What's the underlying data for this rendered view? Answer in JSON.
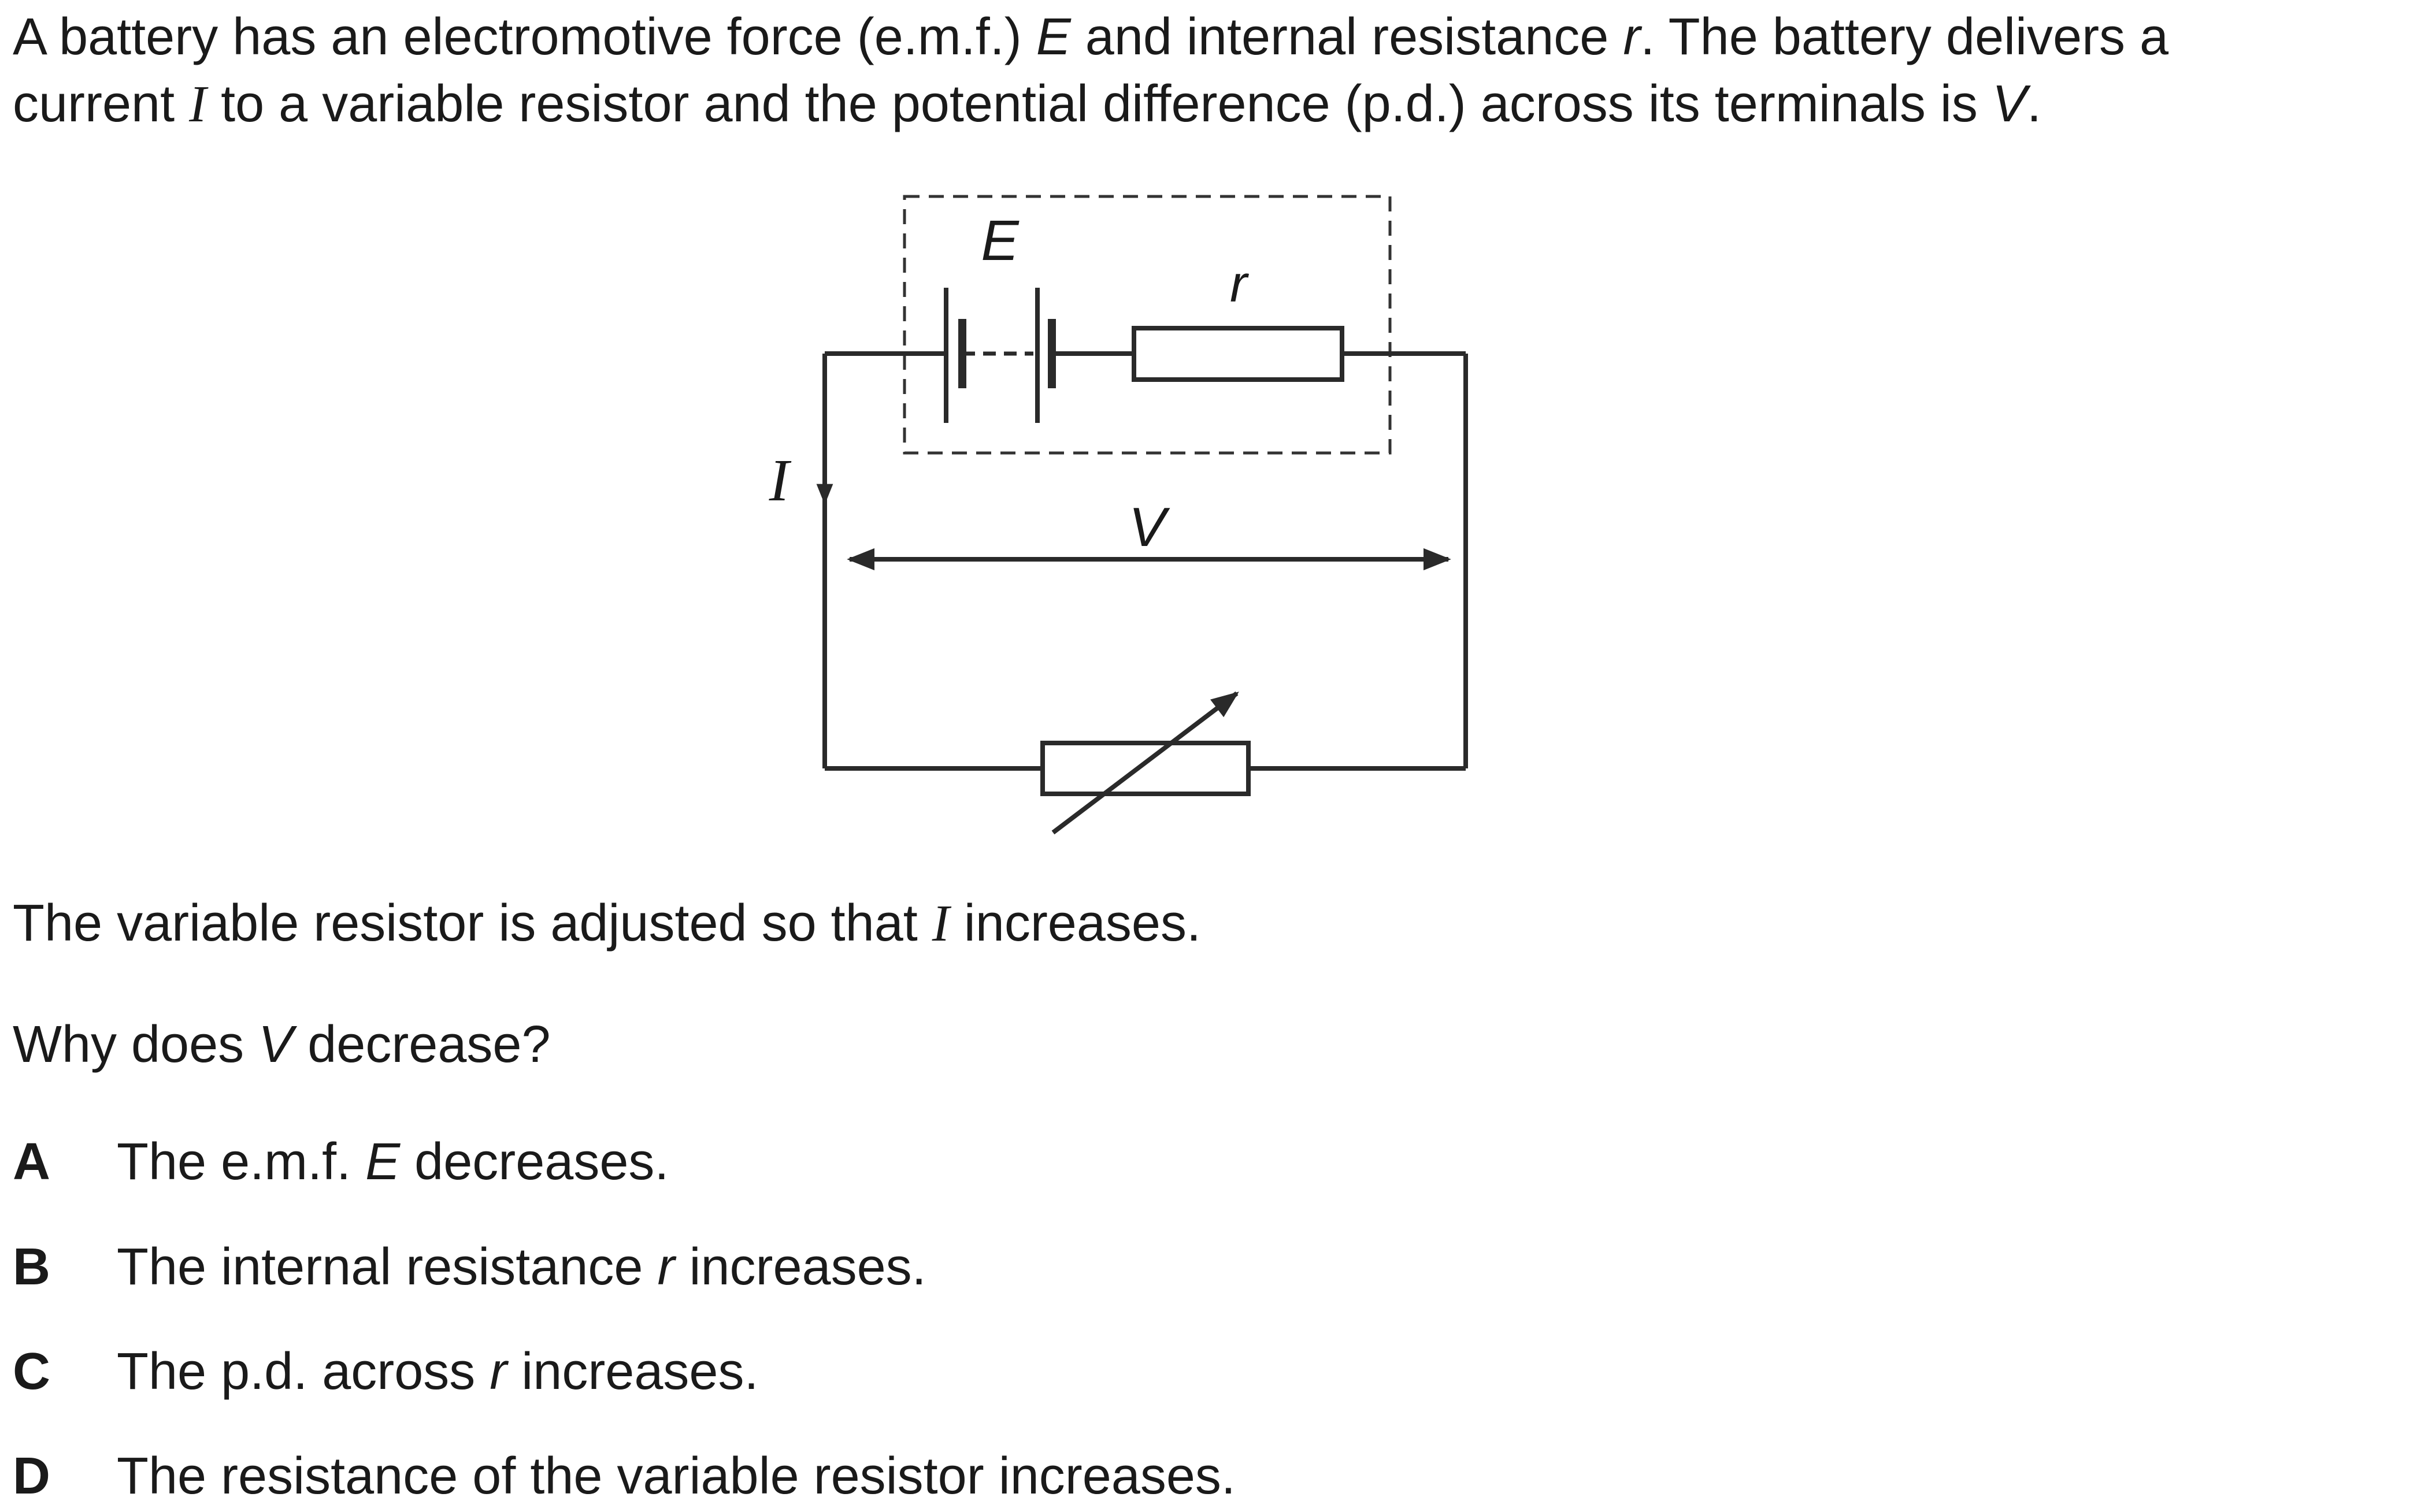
{
  "intro": {
    "line1_a": "A battery has an electromotive force (e.m.f.) ",
    "line1_E": "E",
    "line1_b": " and internal resistance ",
    "line1_r": "r",
    "line1_c": ". The battery delivers a",
    "line2_a": "current ",
    "line2_I": "I",
    "line2_b": " to a variable resistor and the potential difference (p.d.) across its terminals is ",
    "line2_V": "V",
    "line2_c": "."
  },
  "diagram": {
    "label_E": "E",
    "label_r": "r",
    "label_I": "I",
    "label_V": "V"
  },
  "statement": {
    "a": "The variable resistor is adjusted so that ",
    "I": "I",
    "b": " increases."
  },
  "question": {
    "a": "Why does ",
    "V": "V",
    "b": " decrease?"
  },
  "options": [
    {
      "letter": "A",
      "a": "The e.m.f. ",
      "var": "E",
      "b": " decreases."
    },
    {
      "letter": "B",
      "a": "The internal resistance ",
      "var": "r",
      "b": " increases."
    },
    {
      "letter": "C",
      "a": "The p.d. across ",
      "var": "r",
      "b": " increases."
    },
    {
      "letter": "D",
      "text": "The resistance of the variable resistor increases."
    }
  ]
}
